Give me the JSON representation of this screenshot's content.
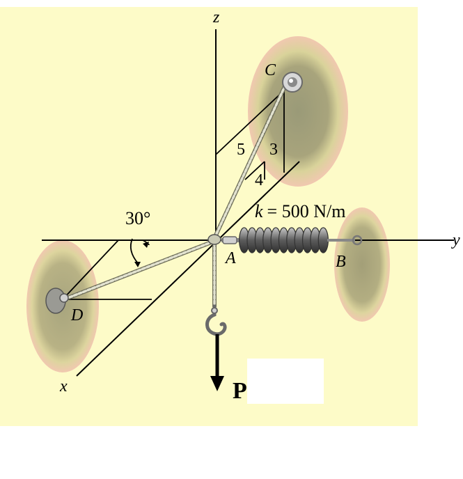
{
  "diagram": {
    "axes": {
      "z": "z",
      "y": "y",
      "x": "x"
    },
    "points": {
      "A": "A",
      "B": "B",
      "C": "C",
      "D": "D"
    },
    "slope": {
      "hyp": "5",
      "rise": "3",
      "run": "4"
    },
    "angle": "30°",
    "spring": {
      "k": "k",
      "value": "= 500 N/m"
    },
    "load": "P"
  },
  "colors": {
    "background": "#fdfbc8",
    "wall_spot_outer": "#f3c9a8",
    "wall_spot_inner": "#a4a27a",
    "rope": "#dcdcc8",
    "spring": "#707070",
    "line": "#000000"
  }
}
